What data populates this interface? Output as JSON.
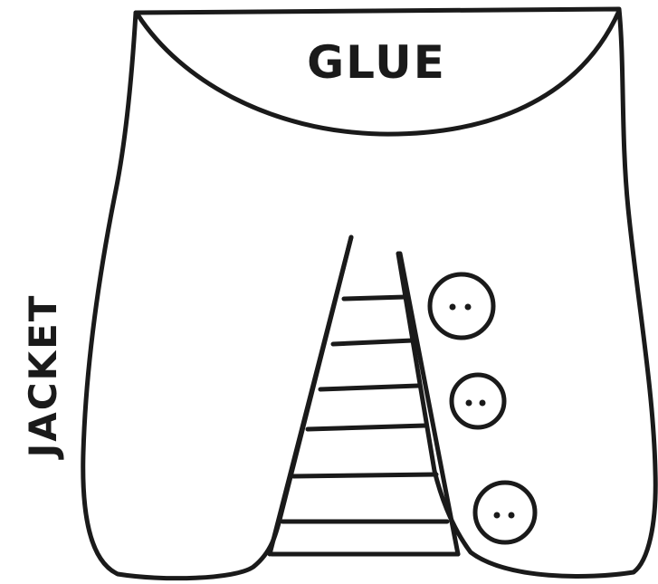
{
  "labels": {
    "top": "GLUE",
    "side": "JACKET"
  },
  "colors": {
    "ink": "#1a1a1a",
    "paper": "#ffffff"
  },
  "elements": {
    "stripe_count": 6,
    "button_count": 3
  }
}
